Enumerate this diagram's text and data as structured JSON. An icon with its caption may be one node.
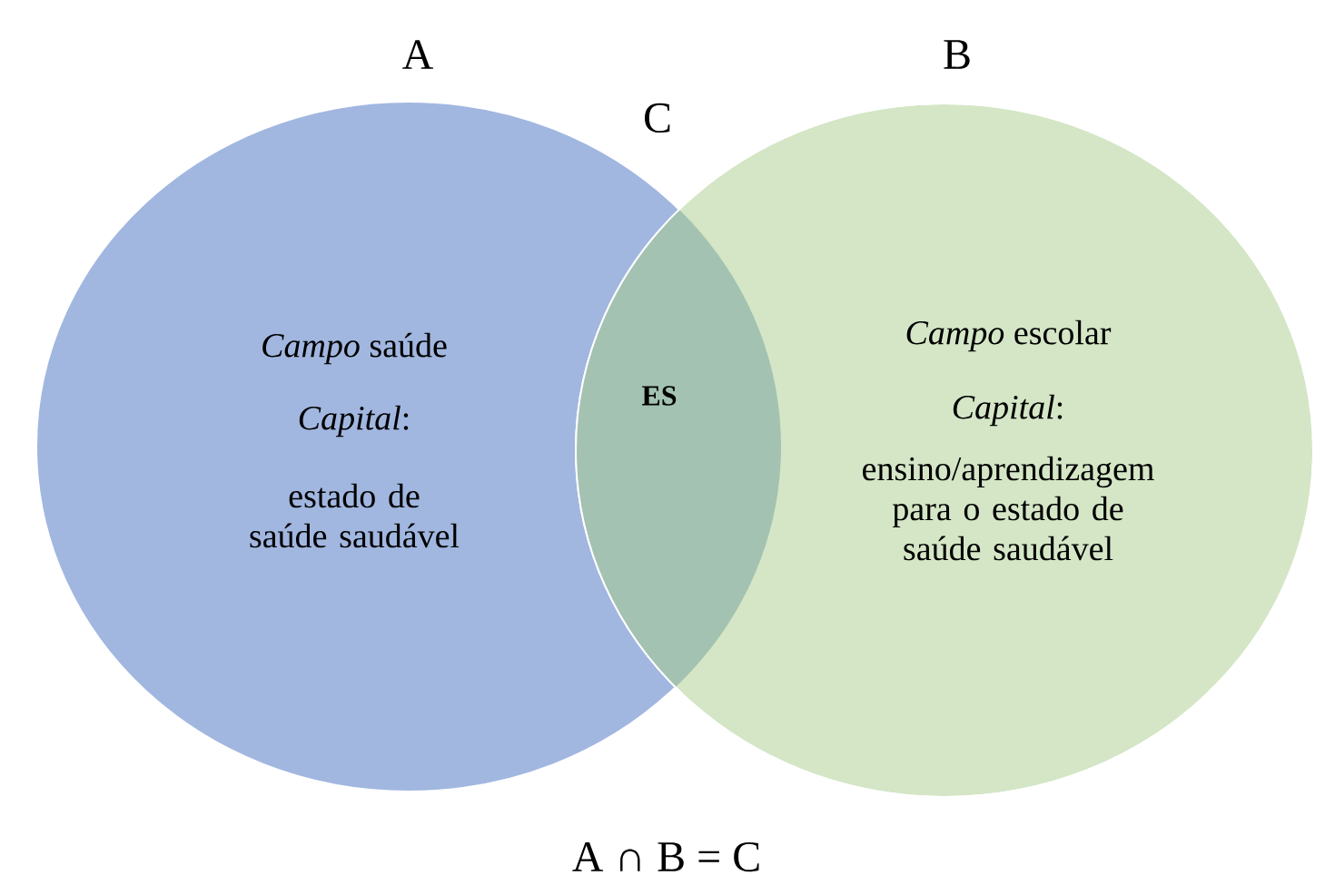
{
  "diagram": {
    "nodes": [
      {
        "text": [
          "A",
          "*Campo* saúde",
          "*Capital*:",
          "estado de saúde saudável"
        ]
      },
      {
        "text": [
          "B",
          "*Campo* escolar",
          "*Capital*:",
          "ensino/aprendizagem para o estado de saúde saudável"
        ]
      },
      {
        "text": [
          "C",
          "ES"
        ]
      }
    ],
    "labels": [
      "A ∩ B = C"
    ]
  }
}
